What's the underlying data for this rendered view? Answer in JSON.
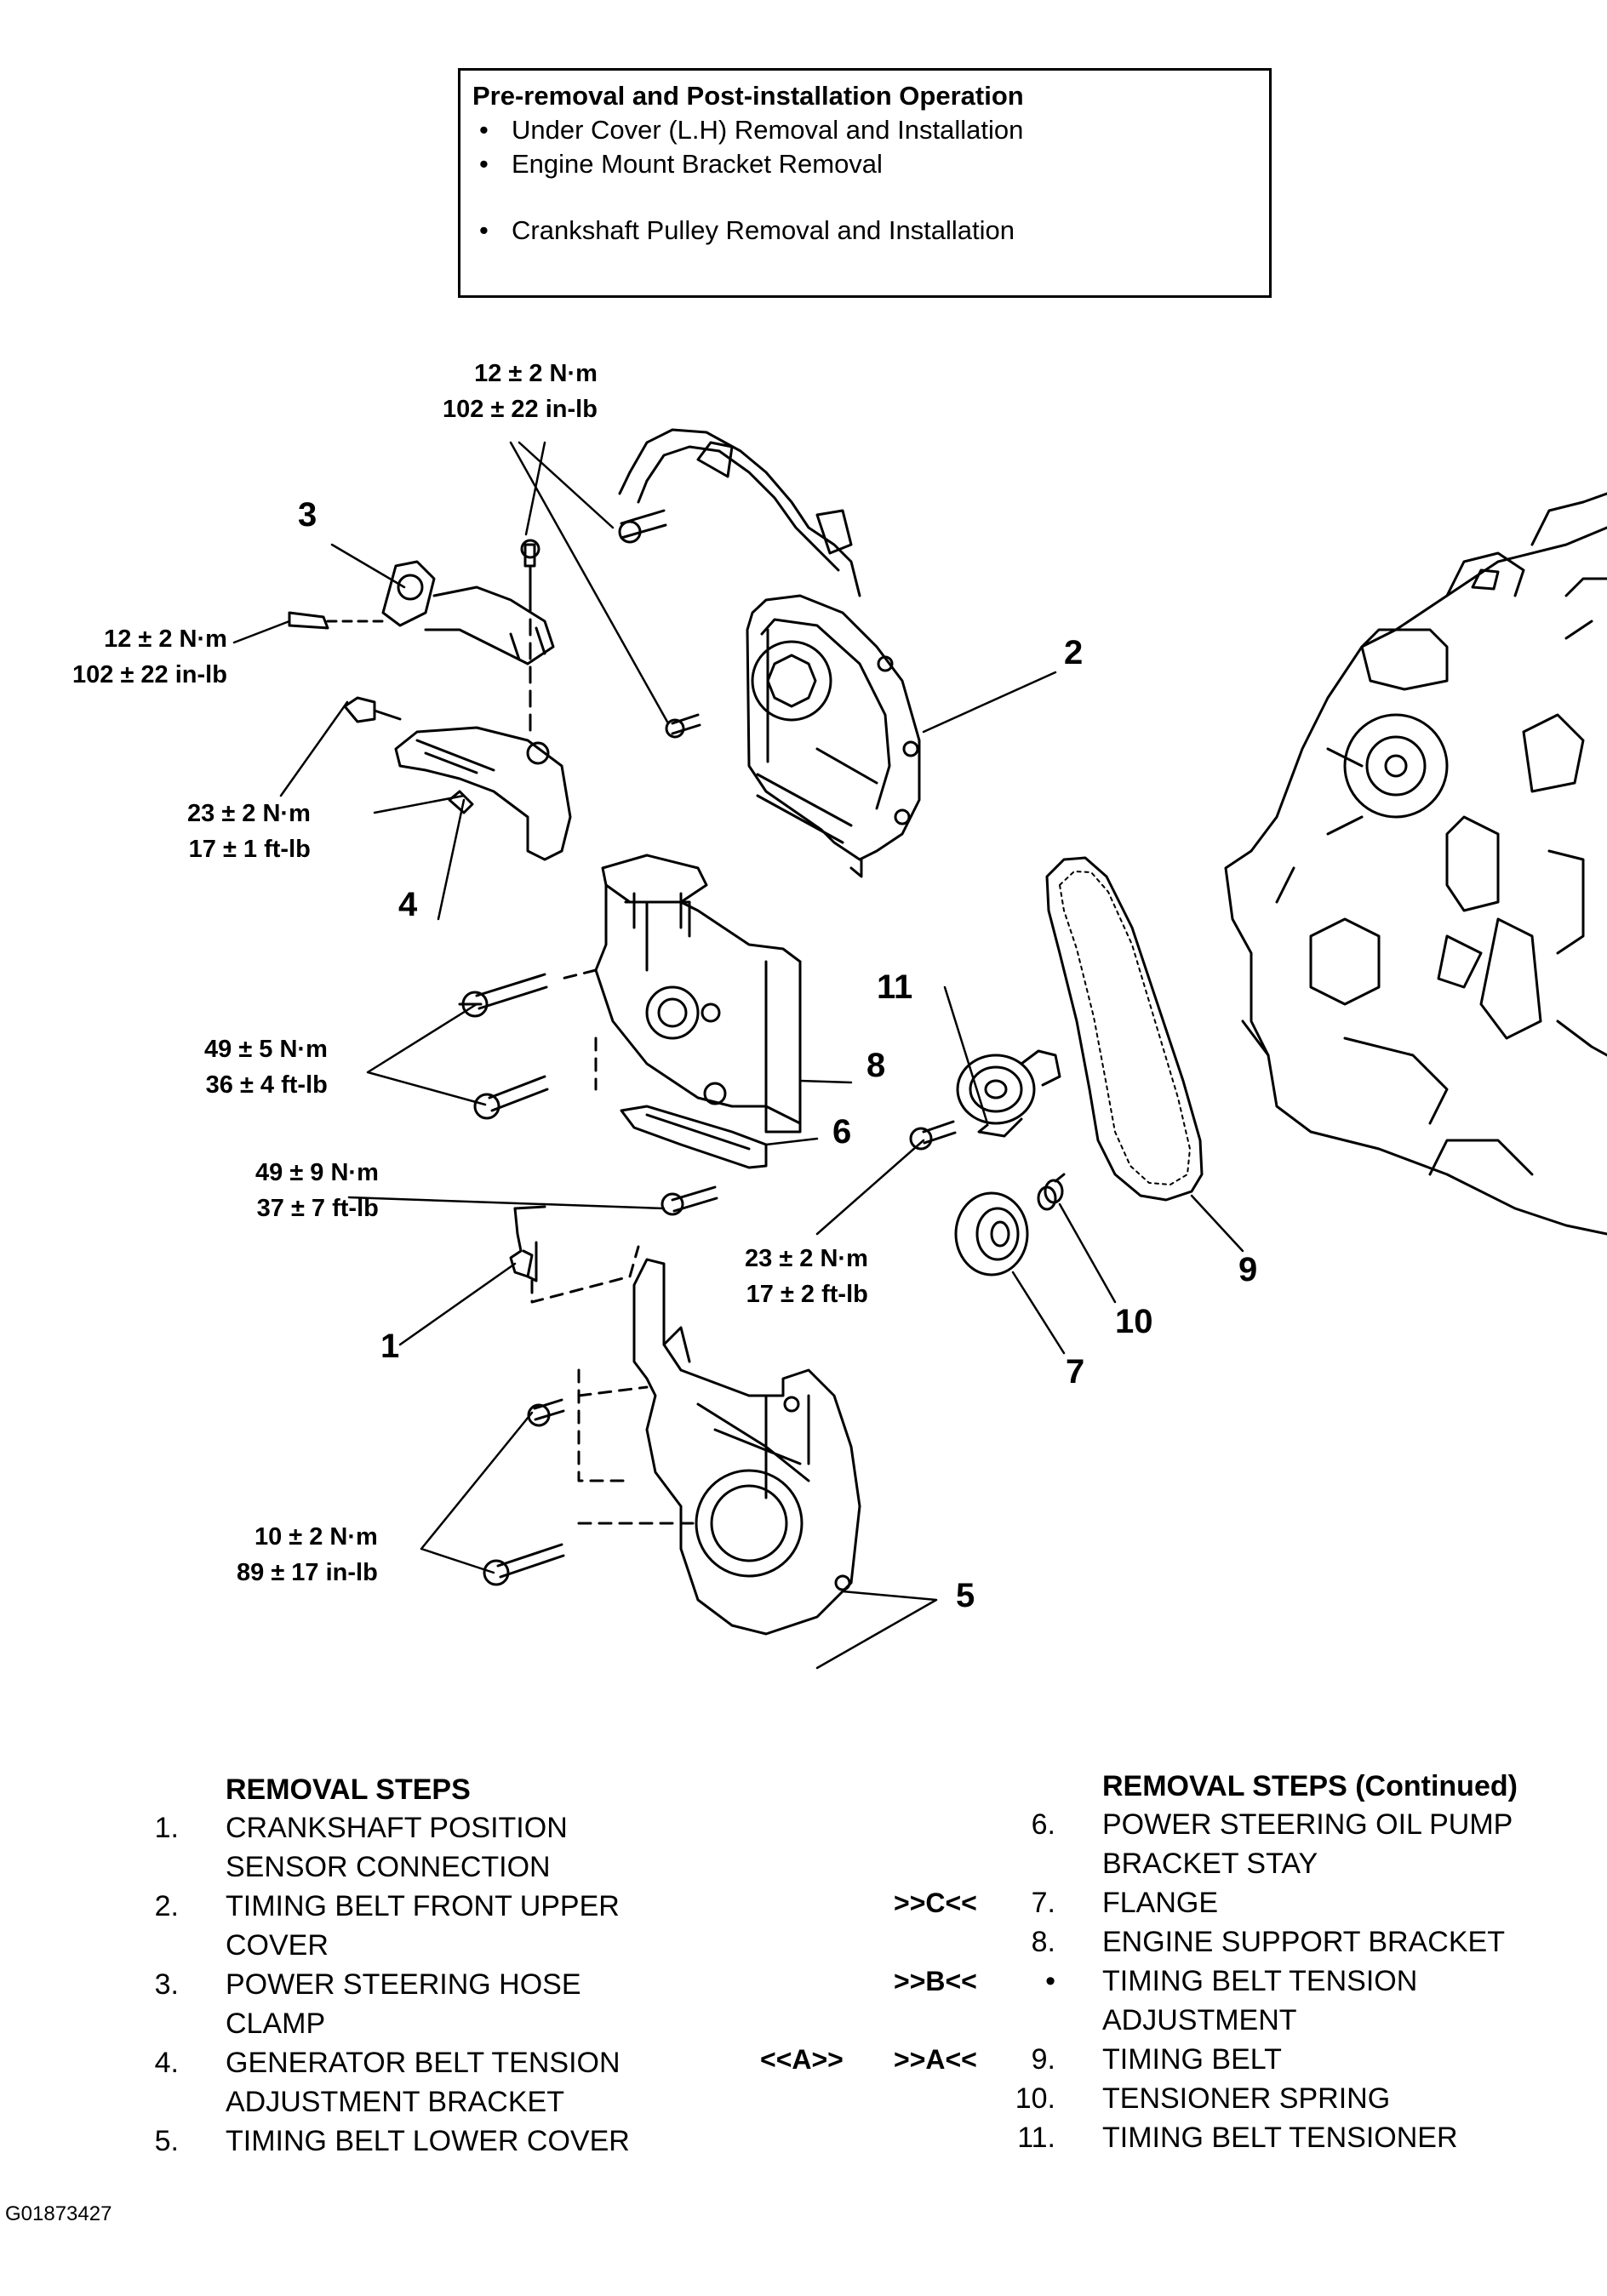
{
  "operation_box": {
    "title": "Pre-removal and Post-installation Operation",
    "items": [
      "Under Cover (L.H) Removal and Installation",
      "Engine Mount Bracket Removal",
      "Crankshaft Pulley Removal and Installation"
    ]
  },
  "torque_specs": [
    {
      "metric": "12 ± 2 N·m",
      "imperial": "102 ± 22 in-lb"
    },
    {
      "metric": "12 ± 2 N·m",
      "imperial": "102 ± 22 in-lb"
    },
    {
      "metric": "23 ± 2 N·m",
      "imperial": "17 ± 1 ft-lb"
    },
    {
      "metric": "49 ± 5 N·m",
      "imperial": "36 ± 4 ft-lb"
    },
    {
      "metric": "49 ± 9 N·m",
      "imperial": "37 ± 7 ft-lb"
    },
    {
      "metric": "23 ± 2 N·m",
      "imperial": "17 ± 2 ft-lb"
    },
    {
      "metric": "10 ± 2 N·m",
      "imperial": "89 ± 17 in-lb"
    }
  ],
  "callouts": [
    "1",
    "2",
    "3",
    "4",
    "5",
    "6",
    "7",
    "8",
    "9",
    "10",
    "11"
  ],
  "removal_steps": {
    "title": "REMOVAL STEPS",
    "items": [
      {
        "num": "1.",
        "lines": [
          "CRANKSHAFT POSITION",
          "SENSOR CONNECTION"
        ]
      },
      {
        "num": "2.",
        "lines": [
          "TIMING BELT FRONT UPPER",
          "COVER"
        ]
      },
      {
        "num": "3.",
        "lines": [
          "POWER STEERING HOSE",
          "CLAMP"
        ]
      },
      {
        "num": "4.",
        "lines": [
          "GENERATOR BELT TENSION",
          "ADJUSTMENT BRACKET"
        ]
      },
      {
        "num": "5.",
        "lines": [
          "TIMING BELT LOWER COVER"
        ]
      }
    ]
  },
  "removal_steps_continued": {
    "title": "REMOVAL STEPS (Continued)",
    "items": [
      {
        "num": "6.",
        "lines": [
          "POWER STEERING OIL PUMP",
          "BRACKET STAY"
        ]
      },
      {
        "num": "7.",
        "lines": [
          "FLANGE"
        ],
        "install_ref": ">>C<<"
      },
      {
        "num": "8.",
        "lines": [
          "ENGINE SUPPORT BRACKET"
        ]
      },
      {
        "num": "•",
        "lines": [
          "TIMING BELT TENSION",
          "ADJUSTMENT"
        ],
        "install_ref": ">>B<<"
      },
      {
        "num": "9.",
        "lines": [
          "TIMING BELT"
        ],
        "removal_ref": "<<A>>",
        "install_ref": ">>A<<"
      },
      {
        "num": "10.",
        "lines": [
          "TENSIONER SPRING"
        ]
      },
      {
        "num": "11.",
        "lines": [
          "TIMING BELT TENSIONER"
        ]
      }
    ]
  },
  "figure_id": "G01873427"
}
